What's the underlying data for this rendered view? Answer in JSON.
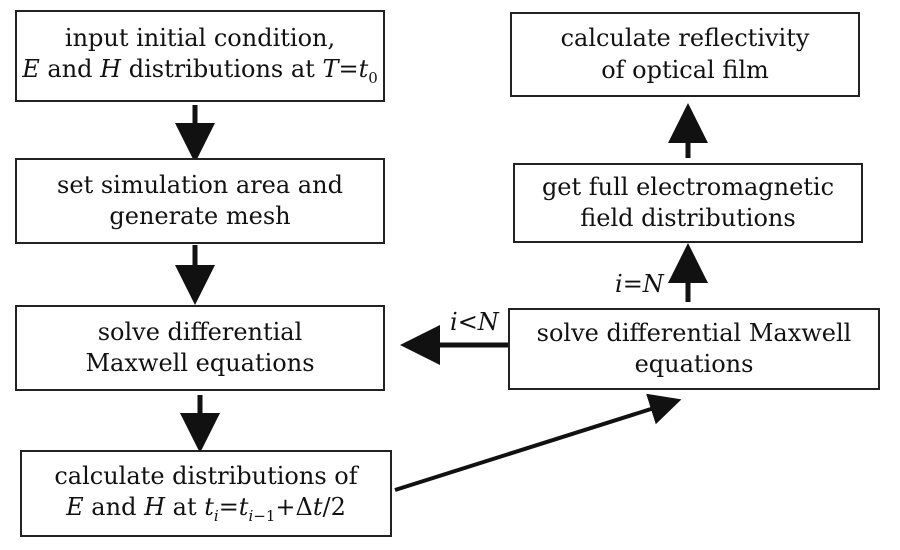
{
  "boxes": {
    "input": {
      "line1": "input initial condition,",
      "line2": "E and H distributions at T=t0"
    },
    "mesh": {
      "line1": "set simulation area and",
      "line2": "generate mesh"
    },
    "solve_left": {
      "line1": "solve differential",
      "line2": "Maxwell equations"
    },
    "calc_dist": {
      "line1": "calculate distributions of",
      "line2": "E and H at ti=ti-1+Δt/2"
    },
    "solve_right": {
      "line1": "solve differential Maxwell",
      "line2": "equations"
    },
    "full_field": {
      "line1": "get full electromagnetic",
      "line2": "field distributions"
    },
    "reflectivity": {
      "line1": "calculate reflectivity",
      "line2": "of optical film"
    }
  },
  "labels": {
    "loop": "i<N",
    "exit": "i=N"
  }
}
